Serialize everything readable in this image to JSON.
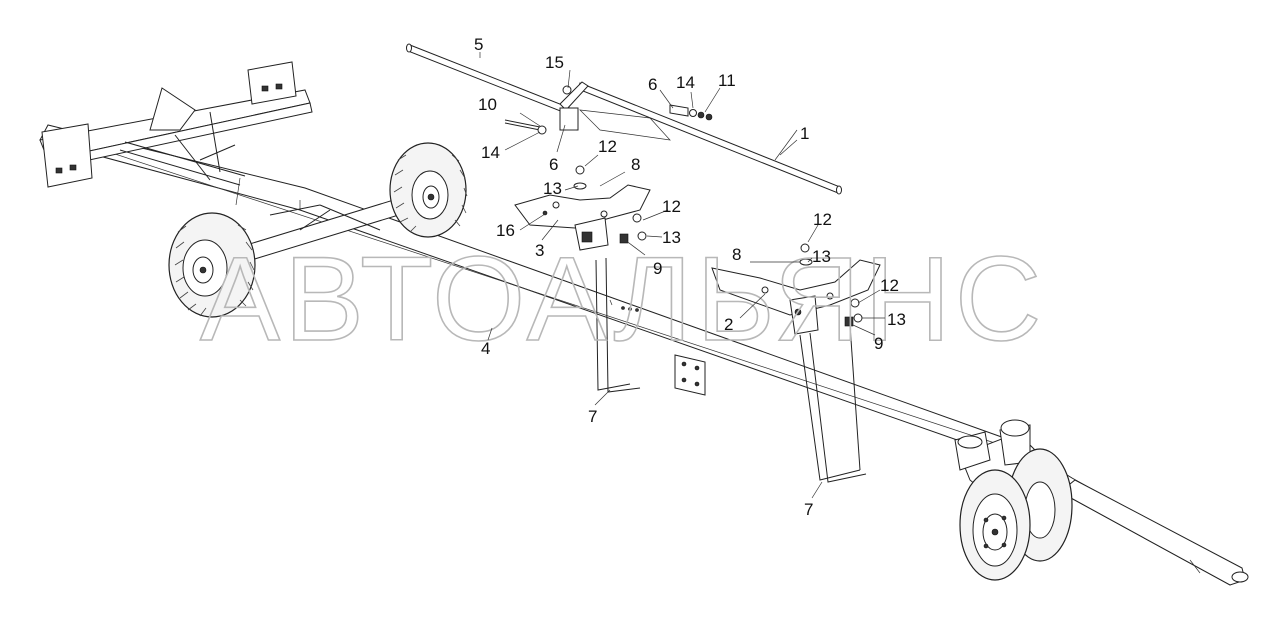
{
  "watermark": "АВТОАЛЬЯНС",
  "callouts": {
    "c1": "1",
    "c2": "2",
    "c3": "3",
    "c4": "4",
    "c5": "5",
    "c6a": "6",
    "c6b": "6",
    "c7a": "7",
    "c7b": "7",
    "c8a": "8",
    "c8b": "8",
    "c9a": "9",
    "c9b": "9",
    "c10": "10",
    "c11": "11",
    "c12a": "12",
    "c12b": "12",
    "c12c": "12",
    "c12d": "12",
    "c13a": "13",
    "c13b": "13",
    "c13c": "13",
    "c13d": "13",
    "c14a": "14",
    "c14b": "14",
    "c15": "15",
    "c16": "16"
  },
  "colors": {
    "line": "#222222",
    "watermark_stroke": "#b8b8b8",
    "background": "#ffffff"
  }
}
